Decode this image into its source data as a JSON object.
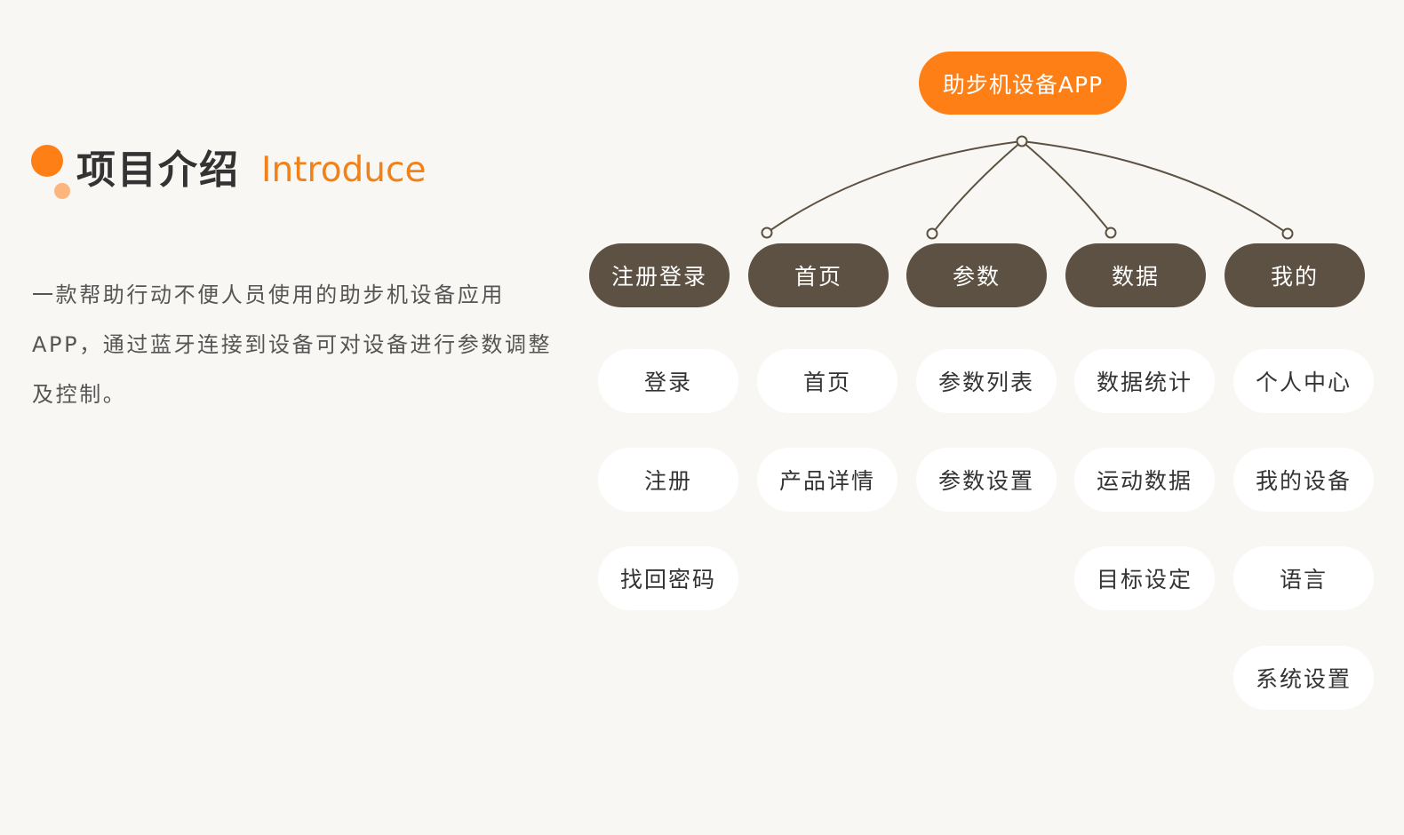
{
  "header": {
    "title_cn": "项目介绍",
    "title_en": "Introduce"
  },
  "description": "一款帮助行动不便人员使用的助步机设备应用APP，通过蓝牙连接到设备可对设备进行参数调整及控制。",
  "colors": {
    "accent": "#fd7f16",
    "accent_light": "#fdb57e",
    "node_dark": "#5c5142",
    "background": "#f9f7f3",
    "leaf_bg": "#ffffff"
  },
  "tree": {
    "root": "助步机设备APP",
    "categories": [
      {
        "label": "注册登录",
        "children": [
          "登录",
          "注册",
          "找回密码"
        ]
      },
      {
        "label": "首页",
        "children": [
          "首页",
          "产品详情"
        ]
      },
      {
        "label": "参数",
        "children": [
          "参数列表",
          "参数设置"
        ]
      },
      {
        "label": "数据",
        "children": [
          "数据统计",
          "运动数据",
          "目标设定"
        ]
      },
      {
        "label": "我的",
        "children": [
          "个人中心",
          "我的设备",
          "语言",
          "系统设置"
        ]
      }
    ]
  }
}
